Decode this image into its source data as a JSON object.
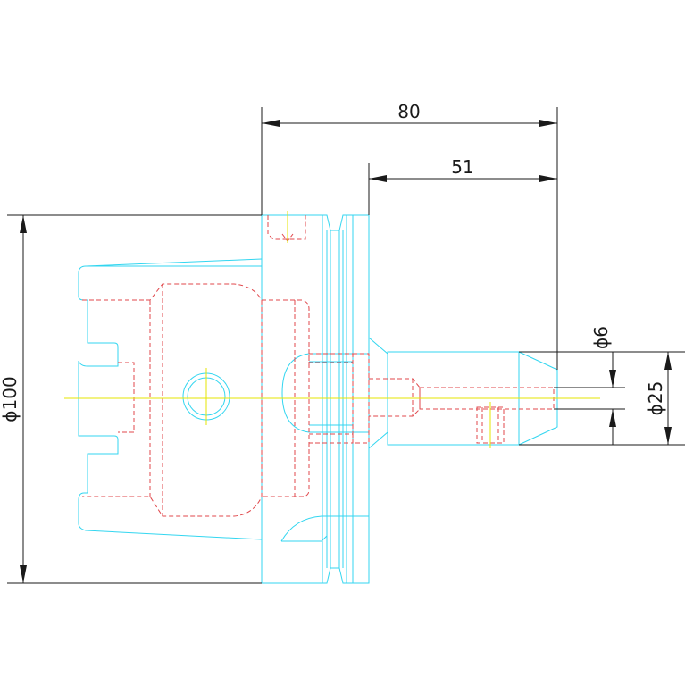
{
  "dimensions": {
    "overall_length": "80",
    "shank_length": "51",
    "flange_diameter": "ϕ100",
    "bore_diameter": "ϕ6",
    "shank_diameter": "ϕ25"
  },
  "colors": {
    "outline": "#33d6f0",
    "hidden": "#e0474b",
    "centerline": "#e6e600",
    "dimension": "#1a1a1a"
  }
}
